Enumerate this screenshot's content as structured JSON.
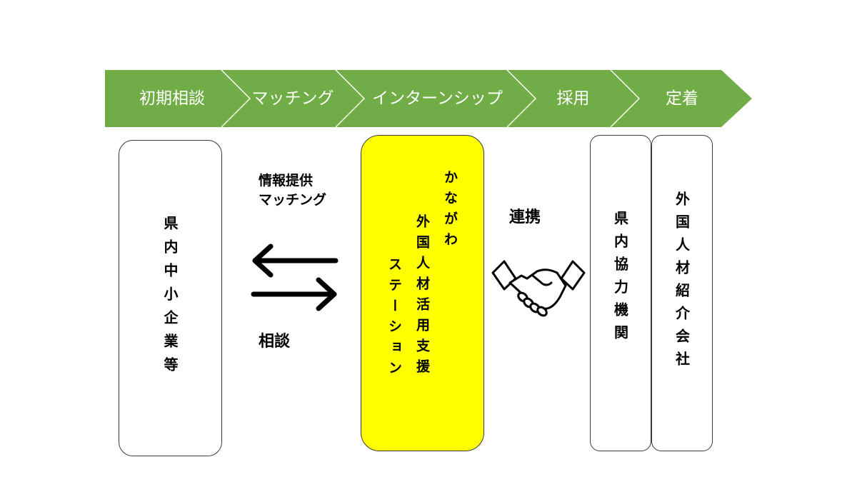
{
  "flow": {
    "steps": [
      {
        "label": "初期相談"
      },
      {
        "label": "マッチング"
      },
      {
        "label": "インターンシップ"
      },
      {
        "label": "採用"
      },
      {
        "label": "定着"
      }
    ],
    "color": "#70ad47"
  },
  "left_box": {
    "label": "県内中小企業等"
  },
  "station": {
    "line1": "かながわ",
    "line2": "外国人材活用支援",
    "line3": "ステーション",
    "color": "#ffff00"
  },
  "exchange": {
    "top_label_1": "情報提供",
    "top_label_2": "マッチング",
    "bottom_label": "相談",
    "icon": "bidirectional-arrows-icon"
  },
  "collaboration": {
    "label": "連携",
    "icon": "handshake-icon"
  },
  "right_boxes": [
    {
      "label": "県内協力機関"
    },
    {
      "label": "外国人材紹介会社"
    }
  ]
}
